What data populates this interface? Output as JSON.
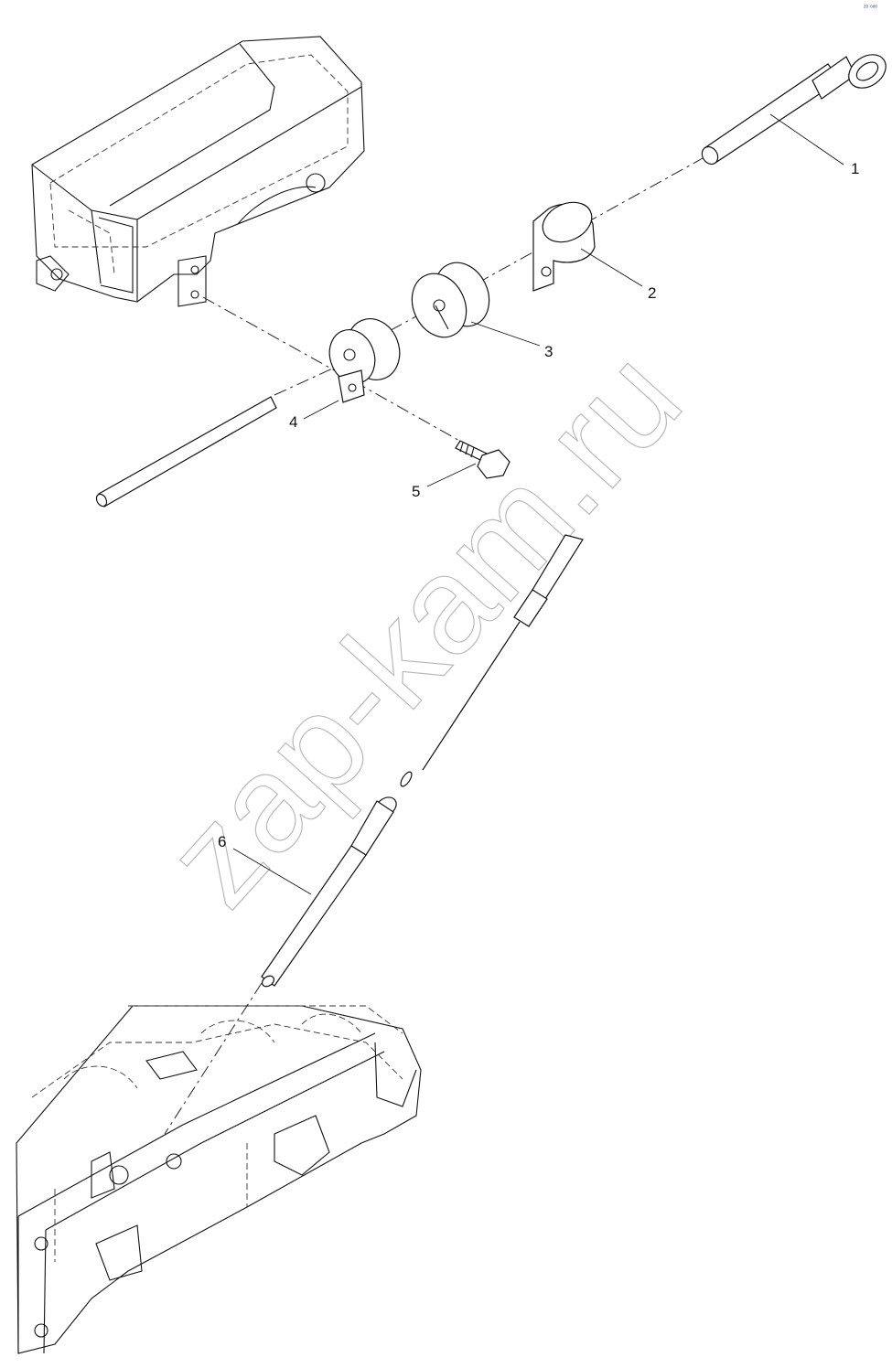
{
  "corner_mark": "ᶻᵒ ᵒᵒᵒ",
  "watermark": "zap-kam.ru",
  "callouts": [
    {
      "id": "1",
      "label": "1"
    },
    {
      "id": "2",
      "label": "2"
    },
    {
      "id": "3",
      "label": "3"
    },
    {
      "id": "4",
      "label": "4"
    },
    {
      "id": "5",
      "label": "5"
    },
    {
      "id": "6",
      "label": "6"
    }
  ]
}
